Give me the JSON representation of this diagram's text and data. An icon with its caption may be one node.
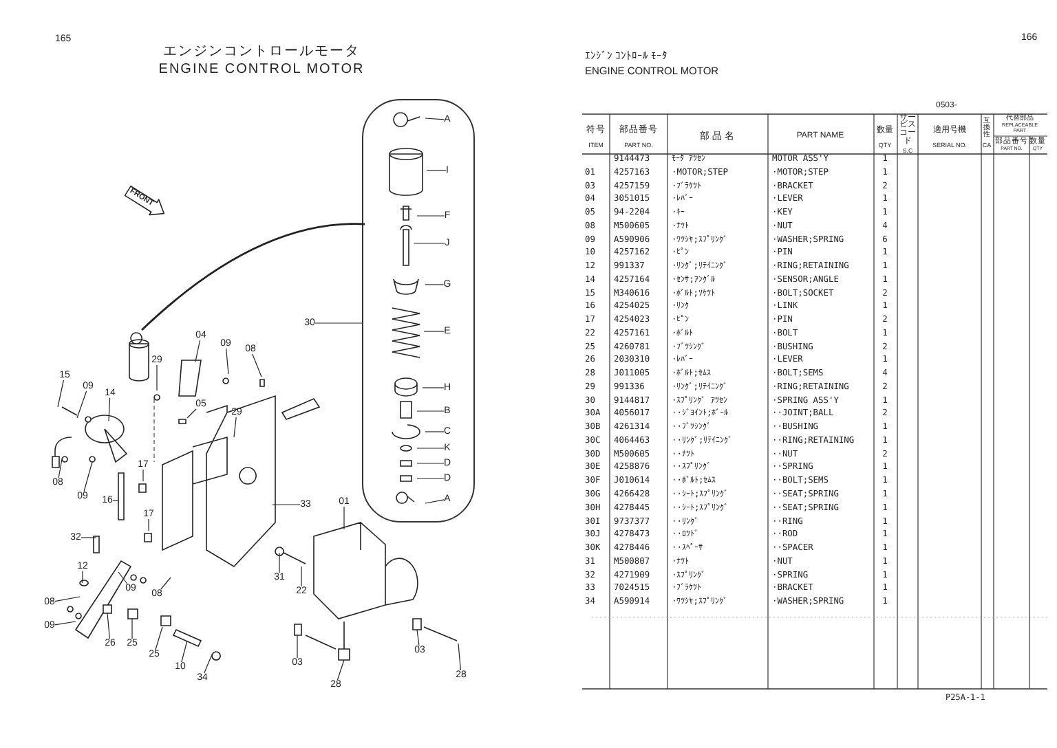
{
  "diagram": {
    "nodes": [
      {
        "text": [
          "FRONT"
        ]
      },
      {
        "text": [],
        "shape": "box"
      },
      {
        "text": [
          "A"
        ],
        "in": 1
      },
      {
        "text": [
          "I"
        ],
        "in": 1
      },
      {
        "text": [
          "F"
        ],
        "in": 1
      },
      {
        "text": [
          "J"
        ],
        "in": 1
      },
      {
        "text": [
          "G"
        ],
        "in": 1
      },
      {
        "text": [
          "E"
        ],
        "in": 1
      },
      {
        "text": [
          "H"
        ],
        "in": 1
      },
      {
        "text": [
          "B"
        ],
        "in": 1
      },
      {
        "text": [
          "C"
        ],
        "in": 1
      },
      {
        "text": [
          "K"
        ],
        "in": 1
      },
      {
        "text": [
          "D"
        ],
        "in": 1
      },
      {
        "text": [
          "D"
        ],
        "in": 1
      },
      {
        "text": [
          "A"
        ],
        "in": 1
      },
      {
        "text": [
          "30"
        ]
      },
      {
        "text": [
          "04"
        ]
      },
      {
        "text": [
          "09"
        ]
      },
      {
        "text": [
          "08"
        ]
      },
      {
        "text": [
          "29"
        ]
      },
      {
        "text": [
          "15"
        ]
      },
      {
        "text": [
          "09"
        ]
      },
      {
        "text": [
          "14"
        ]
      },
      {
        "text": [
          "05"
        ]
      },
      {
        "text": [
          "29"
        ]
      },
      {
        "text": [
          "08"
        ]
      },
      {
        "text": [
          "09"
        ]
      },
      {
        "text": [
          "17"
        ]
      },
      {
        "text": [
          "16"
        ]
      },
      {
        "text": [
          "17"
        ]
      },
      {
        "text": [
          "33"
        ]
      },
      {
        "text": [
          "01"
        ]
      },
      {
        "text": [
          "32"
        ]
      },
      {
        "text": [
          "31"
        ]
      },
      {
        "text": [
          "22"
        ]
      },
      {
        "text": [
          "12"
        ]
      },
      {
        "text": [
          "09"
        ]
      },
      {
        "text": [
          "08"
        ]
      },
      {
        "text": [
          "08"
        ]
      },
      {
        "text": [
          "09"
        ]
      },
      {
        "text": [
          "26"
        ]
      },
      {
        "text": [
          "25"
        ]
      },
      {
        "text": [
          "25"
        ]
      },
      {
        "text": [
          "03"
        ]
      },
      {
        "text": [
          "10"
        ]
      },
      {
        "text": [
          "34"
        ]
      },
      {
        "text": [
          "28"
        ]
      },
      {
        "text": [
          "03"
        ]
      },
      {
        "text": [
          "28"
        ]
      }
    ],
    "edges": [
      {
        "from": 2,
        "to": null,
        "arrow": "none"
      },
      {
        "from": 3,
        "to": null,
        "arrow": "none"
      },
      {
        "from": 4,
        "to": null,
        "arrow": "none"
      },
      {
        "from": 5,
        "to": null,
        "arrow": "none"
      },
      {
        "from": 6,
        "to": null,
        "arrow": "none"
      },
      {
        "from": 7,
        "to": null,
        "arrow": "none"
      },
      {
        "from": 8,
        "to": null,
        "arrow": "none"
      },
      {
        "from": 9,
        "to": null,
        "arrow": "none"
      },
      {
        "from": 10,
        "to": null,
        "arrow": "none"
      },
      {
        "from": 11,
        "to": null,
        "arrow": "none"
      },
      {
        "from": 12,
        "to": null,
        "arrow": "none"
      },
      {
        "from": 13,
        "to": null,
        "arrow": "none"
      },
      {
        "from": 14,
        "to": null,
        "arrow": "none"
      },
      {
        "from": 15,
        "to": 1,
        "arrow": "none"
      },
      {
        "from": 16,
        "to": null,
        "arrow": "none"
      },
      {
        "from": 17,
        "to": null,
        "arrow": "none"
      },
      {
        "from": 18,
        "to": null,
        "arrow": "none"
      },
      {
        "from": 19,
        "to": null,
        "arrow": "none"
      },
      {
        "from": 20,
        "to": null,
        "arrow": "none"
      },
      {
        "from": 21,
        "to": null,
        "arrow": "none"
      },
      {
        "from": 22,
        "to": null,
        "arrow": "none"
      },
      {
        "from": 23,
        "to": null,
        "arrow": "none"
      },
      {
        "from": 24,
        "to": null,
        "arrow": "none"
      },
      {
        "from": 25,
        "to": null,
        "arrow": "none"
      },
      {
        "from": 26,
        "to": null,
        "arrow": "none"
      },
      {
        "from": 27,
        "to": null,
        "arrow": "none"
      },
      {
        "from": 28,
        "to": null,
        "arrow": "none"
      },
      {
        "from": 29,
        "to": null,
        "arrow": "none"
      },
      {
        "from": 30,
        "to": null,
        "arrow": "none"
      },
      {
        "from": 31,
        "to": null,
        "arrow": "none"
      },
      {
        "from": 32,
        "to": null,
        "arrow": "none"
      },
      {
        "from": 33,
        "to": null,
        "arrow": "none"
      },
      {
        "from": 34,
        "to": null,
        "arrow": "none"
      },
      {
        "from": 35,
        "to": null,
        "arrow": "none"
      },
      {
        "from": 36,
        "to": null,
        "arrow": "none"
      },
      {
        "from": 37,
        "to": null,
        "arrow": "none"
      },
      {
        "from": 38,
        "to": null,
        "arrow": "none"
      },
      {
        "from": 39,
        "to": null,
        "arrow": "none"
      },
      {
        "from": 40,
        "to": null,
        "arrow": "none"
      },
      {
        "from": 41,
        "to": null,
        "arrow": "none"
      },
      {
        "from": 42,
        "to": null,
        "arrow": "none"
      },
      {
        "from": 43,
        "to": null,
        "arrow": "none"
      },
      {
        "from": 44,
        "to": null,
        "arrow": "none"
      },
      {
        "from": 45,
        "to": null,
        "arrow": "none"
      },
      {
        "from": 46,
        "to": null,
        "arrow": "none"
      },
      {
        "from": 47,
        "to": null,
        "arrow": "none"
      },
      {
        "from": 48,
        "to": null,
        "arrow": "none"
      }
    ],
    "labels": [
      "165",
      "エンジンコントロールモータ",
      "ENGINE CONTROL MOTOR",
      "166",
      "ｴﾝｼﾞﾝ ｺﾝﾄﾛｰﾙ ﾓｰﾀ",
      "ENGINE CONTROL MOTOR",
      "0503-",
      "符号",
      "ITEM",
      "部品番号",
      "PART NO.",
      "部 品 名",
      "PART NAME",
      "数量",
      "QTY",
      "サービスコード",
      "S.C",
      "適用号機",
      "SERIAL NO.",
      "互換性",
      "CA",
      "代替部品",
      "REPLACEABLE PART",
      "部品番号",
      "PART NO.",
      "数量",
      "QTY",
      "9144473",
      "ﾓｰﾀ ｱﾂｾﾝ",
      "MOTOR ASS'Y",
      "1",
      "01",
      "4257163",
      "·MOTOR;STEP",
      "·MOTOR;STEP",
      "1",
      "03",
      "4257159",
      "·ﾌﾞﾗｹﾂﾄ",
      "·BRACKET",
      "2",
      "04",
      "3051015",
      "·ﾚﾊﾞｰ",
      "·LEVER",
      "1",
      "05",
      "94-2204",
      "·ｷｰ",
      "·KEY",
      "1",
      "08",
      "M500605",
      "·ﾅﾂﾄ",
      "·NUT",
      "4",
      "09",
      "A590906",
      "·ﾜﾂｼﾔ;ｽﾌﾟﾘﾝｸﾞ",
      "·WASHER;SPRING",
      "6",
      "10",
      "4257162",
      "·ﾋﾟﾝ",
      "·PIN",
      "1",
      "12",
      "991337",
      "·ﾘﾝｸﾞ;ﾘﾃｲﾆﾝｸﾞ",
      "·RING;RETAINING",
      "1",
      "14",
      "4257164",
      "·ｾﾝｻ;ｱﾝｸﾞﾙ",
      "·SENSOR;ANGLE",
      "1",
      "15",
      "M340616",
      "·ﾎﾞﾙﾄ;ｿｹﾂﾄ",
      "·BOLT;SOCKET",
      "2",
      "16",
      "4254025",
      "·ﾘﾝｸ",
      "·LINK",
      "1",
      "17",
      "4254023",
      "·ﾋﾟﾝ",
      "·PIN",
      "2",
      "22",
      "4257161",
      "·ﾎﾞﾙﾄ",
      "·BOLT",
      "1",
      "25",
      "4260781",
      "·ﾌﾞﾂｼﾝｸﾞ",
      "·BUSHING",
      "2",
      "26",
      "2030310",
      "·ﾚﾊﾞｰ",
      "·LEVER",
      "1",
      "28",
      "J011005",
      "·ﾎﾞﾙﾄ;ｾﾑｽ",
      "·BOLT;SEMS",
      "4",
      "29",
      "991336",
      "·ﾘﾝｸﾞ;ﾘﾃｲﾆﾝｸﾞ",
      "·RING;RETAINING",
      "2",
      "30",
      "9144817",
      "·ｽﾌﾟﾘﾝｸﾞ ｱﾂｾﾝ",
      "·SPRING ASS'Y",
      "1",
      "30A",
      "4056017",
      "··ｼﾞﾖｲﾝﾄ;ﾎﾞｰﾙ",
      "··JOINT;BALL",
      "2",
      "30B",
      "4261314",
      "··ﾌﾞﾂｼﾝｸﾞ",
      "··BUSHING",
      "1",
      "30C",
      "4064463",
      "··ﾘﾝｸﾞ;ﾘﾃｲﾆﾝｸﾞ",
      "··RING;RETAINING",
      "1",
      "30D",
      "M500605",
      "··ﾅﾂﾄ",
      "··NUT",
      "2",
      "30E",
      "4258876",
      "··ｽﾌﾟﾘﾝｸﾞ",
      "··SPRING",
      "1",
      "30F",
      "J010614",
      "··ﾎﾞﾙﾄ;ｾﾑｽ",
      "··BOLT;SEMS",
      "1",
      "30G",
      "4266428",
      "··ｼｰﾄ;ｽﾌﾟﾘﾝｸﾞ",
      "··SEAT;SPRING",
      "1",
      "30H",
      "4278445",
      "··ｼｰﾄ;ｽﾌﾟﾘﾝｸﾞ",
      "··SEAT;SPRING",
      "1",
      "30I",
      "9737377",
      "··ﾘﾝｸﾞ",
      "··RING",
      "1",
      "30J",
      "4278473",
      "··ﾛﾂﾄﾞ",
      "··ROD",
      "1",
      "30K",
      "4278446",
      "··ｽﾍﾟｰｻ",
      "··SPACER",
      "1",
      "31",
      "M500807",
      "·ﾅﾂﾄ",
      "·NUT",
      "1",
      "32",
      "4271909",
      "·ｽﾌﾟﾘﾝｸﾞ",
      "·SPRING",
      "1",
      "33",
      "7024515",
      "·ﾌﾞﾗｹﾂﾄ",
      "·BRACKET",
      "1",
      "34",
      "A590914",
      "·ﾜﾂｼﾔ;ｽﾌﾟﾘﾝｸﾞ",
      "·WASHER;SPRING",
      "1",
      "P25A-1-1"
    ]
  }
}
